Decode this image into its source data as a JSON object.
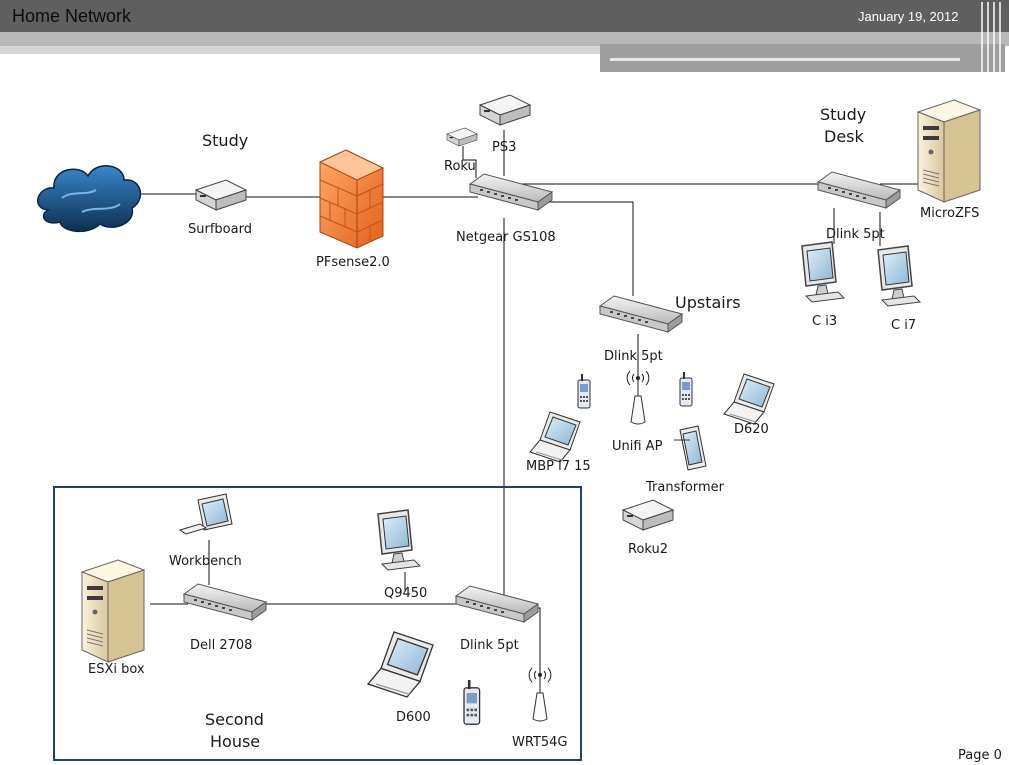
{
  "header": {
    "title": "Home Network",
    "date": "January 19, 2012"
  },
  "footer": {
    "page": "Page 0"
  },
  "areas": {
    "study": "Study",
    "study_desk_1": "Study",
    "study_desk_2": "Desk",
    "upstairs": "Upstairs",
    "second_house_1": "Second",
    "second_house_2": "House"
  },
  "devices": {
    "internet": "",
    "surfboard": "Surfboard",
    "pfsense": "PFsense2.0",
    "netgear": "Netgear GS108",
    "roku": "Roku",
    "ps3": "PS3",
    "dlink_study": "Dlink 5pt",
    "microzfs": "MicroZFS",
    "ci3": "C i3",
    "ci7": "C i7",
    "dlink_upstairs": "Dlink 5pt",
    "unifi": "Unifi AP",
    "mbp": "MBP i7 15",
    "d620": "D620",
    "transformer": "Transformer",
    "roku2": "Roku2",
    "workbench": "Workbench",
    "esxi": "ESXi box",
    "dell2708": "Dell 2708",
    "q9450": "Q9450",
    "dlink_second": "Dlink 5pt",
    "d600": "D600",
    "wrt54g": "WRT54G"
  },
  "icons": {
    "cloud": "cloud-icon",
    "modem": "modem-icon",
    "firewall": "firewall-icon",
    "switch": "switch-icon",
    "server": "server-icon",
    "monitor": "monitor-icon",
    "laptop": "laptop-icon",
    "phone": "phone-icon",
    "tablet": "tablet-icon",
    "access_point": "access-point-icon",
    "set_top_box": "set-top-box-icon"
  },
  "colors": {
    "header_bar": "#5a5a5a",
    "header_band": "#b4b4b4",
    "firewall": "#f07a2a",
    "cloud": "#1f5f9a",
    "region_border": "#1f3f6f"
  }
}
